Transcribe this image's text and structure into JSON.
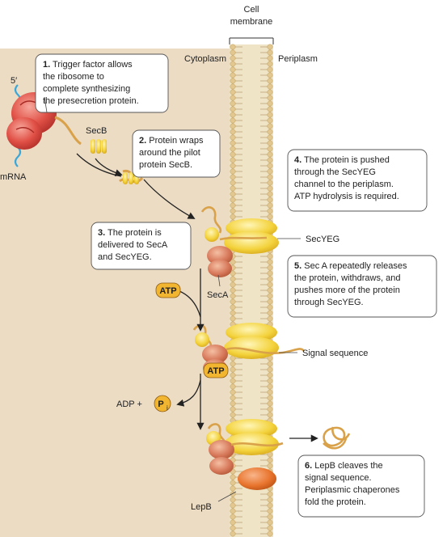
{
  "colors": {
    "cytoplasm": "#ecdcc4",
    "membrane_head": "#e2c890",
    "membrane_tail": "#b9a27a",
    "ribosome": "#e04f45",
    "secb": "#f5cf3a",
    "secyeg": "#f3d23b",
    "seca": "#d7785a",
    "lepb": "#e8742d",
    "atp_fill": "#f2b530",
    "protein": "#d9a24a",
    "mrna": "#3aa7d9"
  },
  "labels": {
    "cell_membrane_line1": "Cell",
    "cell_membrane_line2": "membrane",
    "cytoplasm": "Cytoplasm",
    "periplasm": "Periplasm",
    "five_prime": "5′",
    "mrna": "mRNA",
    "secb": "SecB",
    "secyeg": "SecYEG",
    "seca": "SecA",
    "atp": "ATP",
    "atp2": "ATP",
    "adp": "ADP +",
    "pi_p": "P",
    "pi_i": "i",
    "signal_sequence": "Signal sequence",
    "lepb": "LepB"
  },
  "steps": [
    {
      "num": "1.",
      "lines": [
        "Trigger factor allows",
        "the ribosome to",
        "complete synthesizing",
        "the presecretion protein."
      ]
    },
    {
      "num": "2.",
      "lines": [
        "Protein wraps",
        "around the pilot",
        "protein SecB."
      ]
    },
    {
      "num": "3.",
      "lines": [
        "The protein is",
        "delivered to SecA",
        "and SecYEG."
      ]
    },
    {
      "num": "4.",
      "lines": [
        "The protein is pushed",
        "through the SecYEG",
        "channel to the periplasm.",
        "ATP hydrolysis is required."
      ]
    },
    {
      "num": "5.",
      "lines": [
        "Sec A repeatedly releases",
        "the protein, withdraws, and",
        "pushes more of the protein",
        "through SecYEG."
      ]
    },
    {
      "num": "6.",
      "lines": [
        "LepB cleaves the",
        "signal sequence.",
        "Periplasmic chaperones",
        "fold the protein."
      ]
    }
  ]
}
